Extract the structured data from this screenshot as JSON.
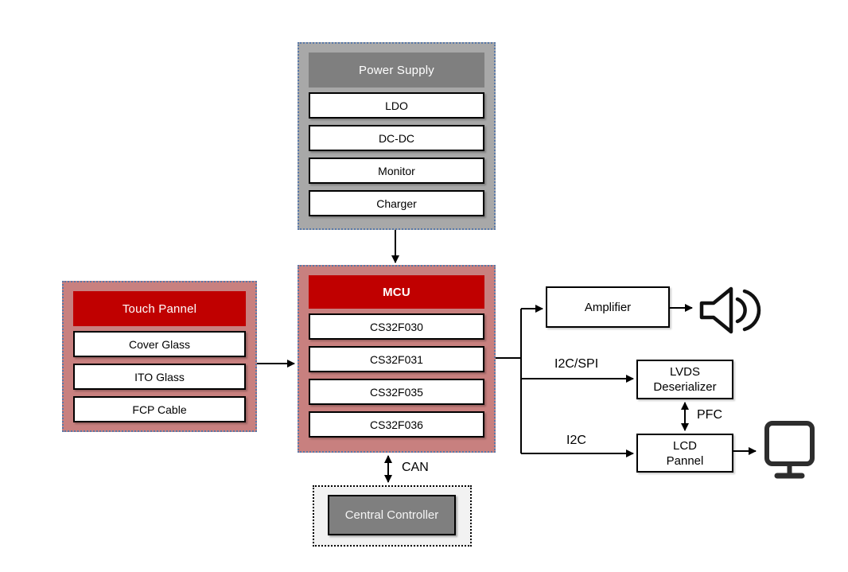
{
  "diagram": {
    "power_supply": {
      "title": "Power Supply",
      "items": [
        "LDO",
        "DC-DC",
        "Monitor",
        "Charger"
      ]
    },
    "touch_panel": {
      "title": "Touch Pannel",
      "items": [
        "Cover Glass",
        "ITO Glass",
        "FCP Cable"
      ]
    },
    "mcu": {
      "title": "MCU",
      "items": [
        "CS32F030",
        "CS32F031",
        "CS32F035",
        "CS32F036"
      ]
    },
    "central_controller": {
      "title": "Central Controller"
    },
    "amplifier": {
      "label": "Amplifier"
    },
    "lvds_deserializer": {
      "line1": "LVDS",
      "line2": "Deserializer"
    },
    "lcd_panel": {
      "line1": "LCD",
      "line2": "Pannel"
    },
    "bus_labels": {
      "i2c_spi": "I2C/SPI",
      "i2c": "I2C",
      "pfc": "PFC",
      "can": "CAN"
    },
    "icons": {
      "speaker": "speaker-icon",
      "monitor": "monitor-icon"
    },
    "colors": {
      "gray_group_fill": "#a8a8a8",
      "gray_header_fill": "#7f7f7f",
      "rose_group_fill": "#c8807f",
      "red_header_fill": "#c00000",
      "group_border_blue": "#5878a8",
      "central_outer_fill": "#f2f2f2",
      "central_inner_fill": "#7f7f7f",
      "connector_black": "#000000"
    }
  }
}
